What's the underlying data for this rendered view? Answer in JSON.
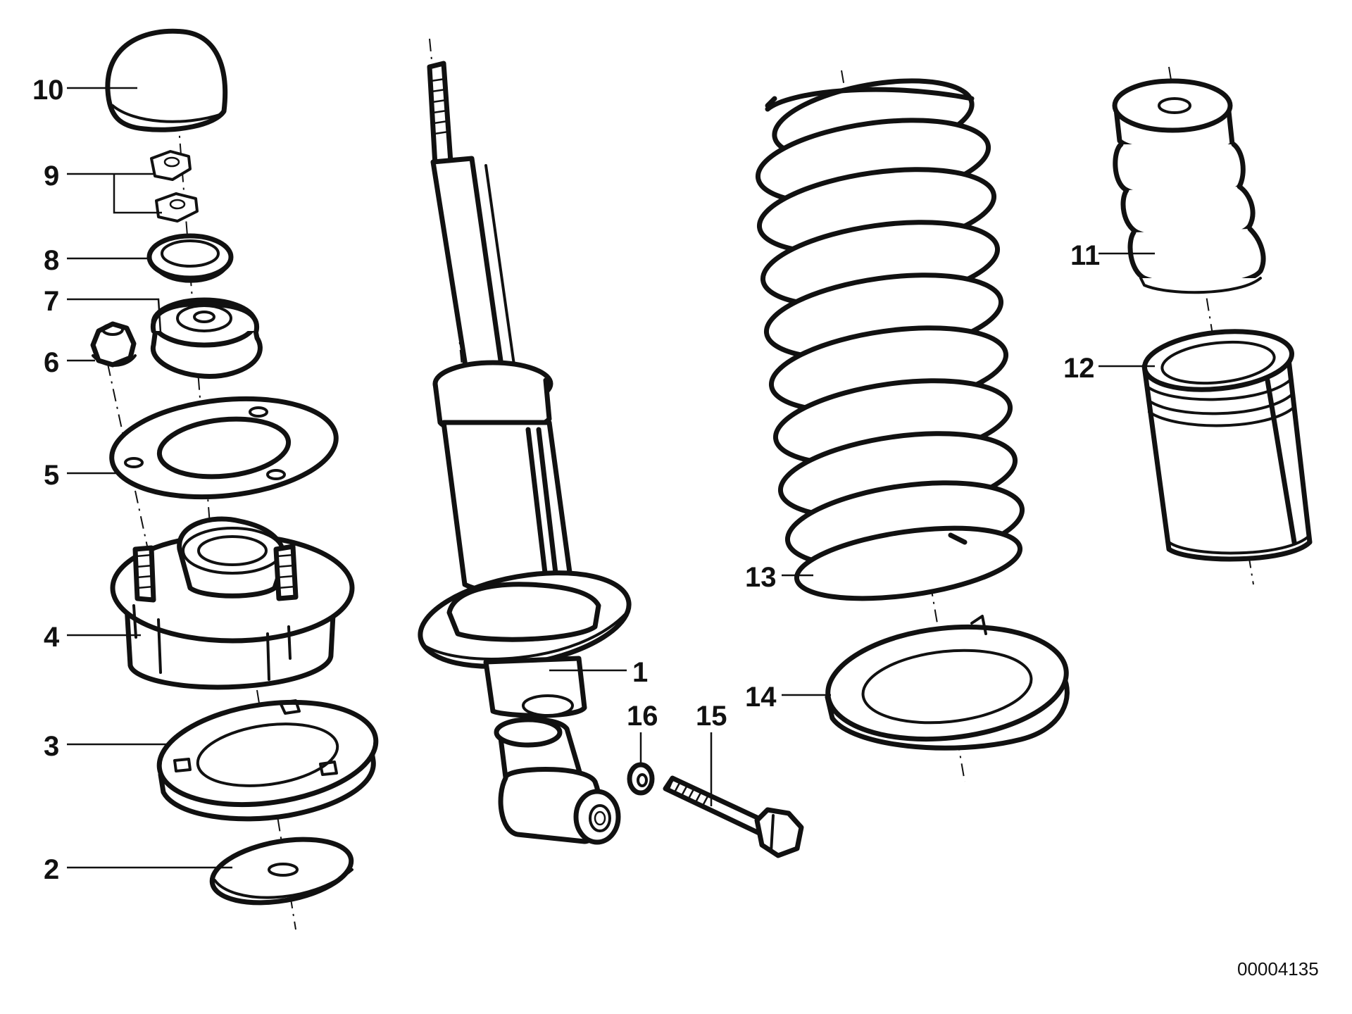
{
  "diagram": {
    "callouts": {
      "c1": "1",
      "c2": "2",
      "c3": "3",
      "c4": "4",
      "c5": "5",
      "c6": "6",
      "c7": "7",
      "c8": "8",
      "c9": "9",
      "c10": "10",
      "c11": "11",
      "c12": "12",
      "c13": "13",
      "c14": "14",
      "c15": "15",
      "c16": "16"
    },
    "drawing_number": "00004135"
  }
}
